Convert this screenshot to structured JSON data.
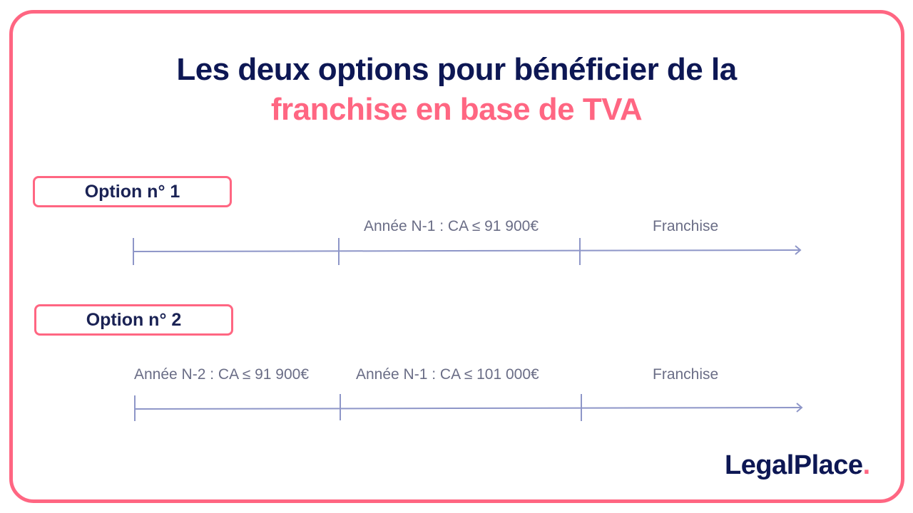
{
  "title": {
    "line1": "Les deux options pour bénéficier de la",
    "line2": "franchise en base de TVA"
  },
  "colors": {
    "accent": "#ff6682",
    "navy": "#0d1754",
    "timeline": "#8e96c8",
    "label_text": "#6a6d86"
  },
  "options": [
    {
      "label": "Option n° 1",
      "segments": [
        {
          "label": ""
        },
        {
          "label": "Année N-1 : CA ≤ 91 900€"
        },
        {
          "label": "Franchise"
        }
      ]
    },
    {
      "label": "Option n° 2",
      "segments": [
        {
          "label": "Année N-2 : CA ≤ 91 900€"
        },
        {
          "label": "Année N-1 : CA ≤ 101 000€"
        },
        {
          "label": "Franchise"
        }
      ]
    }
  ],
  "logo": {
    "text": "LegalPlace",
    "dot": "."
  }
}
